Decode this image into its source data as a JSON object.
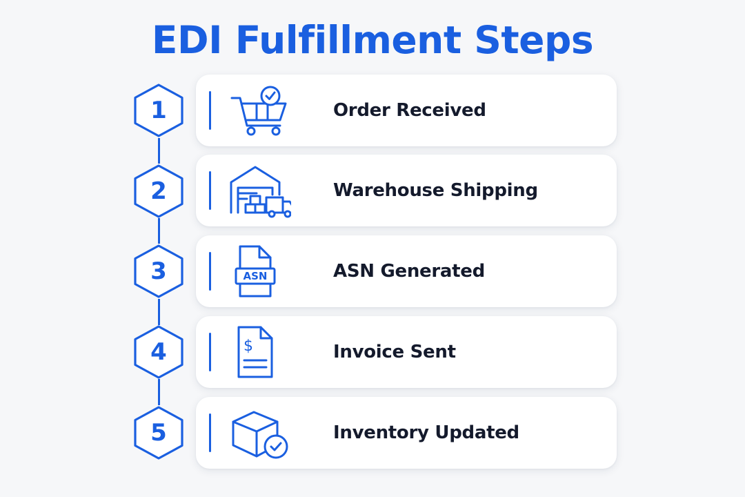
{
  "title": "EDI Fulfillment Steps",
  "steps": [
    {
      "number": "1",
      "label": "Order Received",
      "icon": "shopping-cart-check-icon"
    },
    {
      "number": "2",
      "label": "Warehouse Shipping",
      "icon": "warehouse-truck-icon"
    },
    {
      "number": "3",
      "label": "ASN Generated",
      "icon": "asn-document-icon",
      "icon_text": "ASN"
    },
    {
      "number": "4",
      "label": "Invoice Sent",
      "icon": "invoice-dollar-icon",
      "icon_text": "$"
    },
    {
      "number": "5",
      "label": "Inventory Updated",
      "icon": "box-check-icon"
    }
  ],
  "colors": {
    "accent": "#1a5fe0",
    "text": "#141a2c",
    "background": "#f6f7f9",
    "card": "#ffffff"
  }
}
